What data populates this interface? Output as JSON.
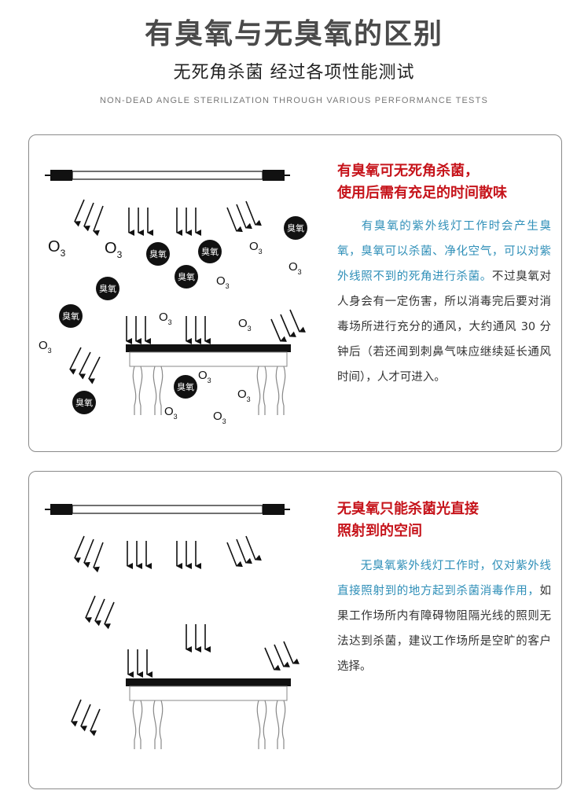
{
  "header": {
    "title": "有臭氧与无臭氧的区别",
    "subtitle": "无死角杀菌  经过各项性能测试",
    "subtitle_en": "NON-DEAD ANGLE STERILIZATION THROUGH VARIOUS PERFORMANCE TESTS"
  },
  "panel1": {
    "heading_line1": "有臭氧可无死角杀菌，",
    "heading_line2": "使用后需有充足的时间散味",
    "body_highlight": "有臭氧的紫外线灯工作时会产生臭氧，臭氧可以杀菌、净化空气，可以对紫外线照不到的死角进行杀菌。",
    "body_rest": "不过臭氧对人身会有一定伤害，所以消毒完后要对消毒场所进行充分的通风，大约通风 30 分钟后（若还闻到刺鼻气味应继续延长通风时间），人才可进入。",
    "ozone_label": "臭氧",
    "o3_label": "O",
    "o3_sub": "3"
  },
  "panel2": {
    "heading_line1": "无臭氧只能杀菌光直接",
    "heading_line2": "照射到的空间",
    "body_highlight": "无臭氧紫外线灯工作时，仅对紫外线直接照射到的地方起到杀菌消毒作用，",
    "body_rest": "如果工作场所内有障碍物阻隔光线的照则无法达到杀菌，建议工作场所是空旷的客户选择。"
  },
  "colors": {
    "heading_red": "#c6141b",
    "highlight_blue": "#2f8fb8",
    "title_gray": "#4a4a4a"
  }
}
